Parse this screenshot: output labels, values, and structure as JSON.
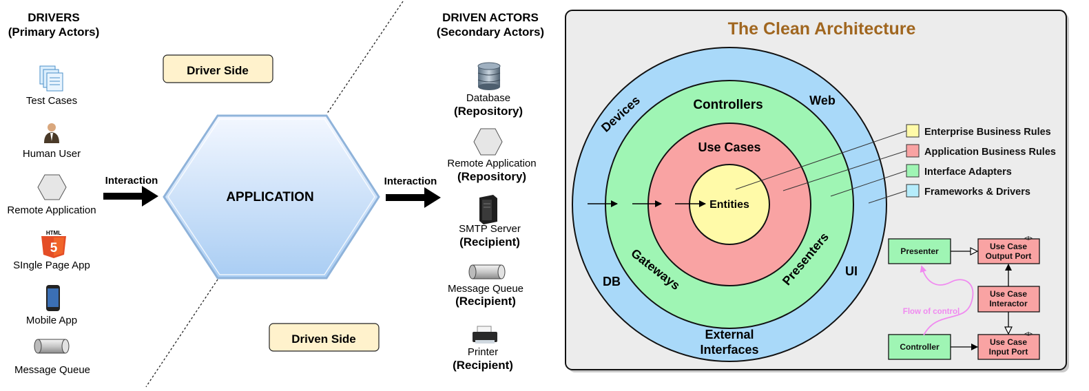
{
  "left": {
    "drivers": {
      "title": "DRIVERS",
      "subtitle": "(Primary Actors)"
    },
    "driver_items": [
      {
        "label": "Test Cases",
        "icon": "documents-icon"
      },
      {
        "label": "Human User",
        "icon": "person-icon"
      },
      {
        "label": "Remote Application",
        "icon": "hexagon-icon"
      },
      {
        "label": "SIngle Page App",
        "icon": "html5-icon"
      },
      {
        "label": "Mobile App",
        "icon": "phone-icon"
      },
      {
        "label": "Message Queue",
        "icon": "cylinder-icon"
      }
    ],
    "driver_side": "Driver Side",
    "driven_side": "Driven Side",
    "interaction_left": "Interaction",
    "interaction_right": "Interaction",
    "application": "APPLICATION",
    "driven": {
      "title": "DRIVEN ACTORS",
      "subtitle": "(Secondary Actors)"
    },
    "driven_items": [
      {
        "label": "Database",
        "role": "(Repository)",
        "icon": "database-icon"
      },
      {
        "label": "Remote Application",
        "role": "(Repository)",
        "icon": "hexagon-icon"
      },
      {
        "label": "SMTP Server",
        "role": "(Recipient)",
        "icon": "server-icon"
      },
      {
        "label": "Message Queue",
        "role": "(Recipient)",
        "icon": "cylinder-icon"
      },
      {
        "label": "Printer",
        "role": "(Recipient)",
        "icon": "printer-icon"
      }
    ]
  },
  "clean": {
    "title": "The Clean Architecture",
    "rings": {
      "devices": "Devices",
      "web": "Web",
      "db": "DB",
      "ui": "UI",
      "external_1": "External",
      "external_2": "Interfaces",
      "controllers": "Controllers",
      "gateways": "Gateways",
      "presenters": "Presenters",
      "use_cases": "Use Cases",
      "entities": "Entities"
    },
    "legend": [
      {
        "label": "Enterprise Business Rules",
        "color": "#fffaa8"
      },
      {
        "label": "Application Business Rules",
        "color": "#f9a3a3"
      },
      {
        "label": "Interface Adapters",
        "color": "#9ff5b4"
      },
      {
        "label": "Frameworks & Drivers",
        "color": "#b5ecfb"
      }
    ],
    "flow": {
      "presenter": "Presenter",
      "output_port_1": "Use Case",
      "output_port_2": "Output Port",
      "interactor_1": "Use Case",
      "interactor_2": "Interactor",
      "controller": "Controller",
      "input_port_1": "Use Case",
      "input_port_2": "Input Port",
      "flow_of_control": "Flow of control",
      "interface_marker": "<I>"
    }
  },
  "colors": {
    "title_brown": "#a0661f",
    "outer_blue": "#a9d9f9",
    "green": "#9ff5b4",
    "red": "#f9a3a3",
    "yellow": "#fffaa8",
    "flow_pink": "#f08af0",
    "panel_gray": "#ececec"
  }
}
